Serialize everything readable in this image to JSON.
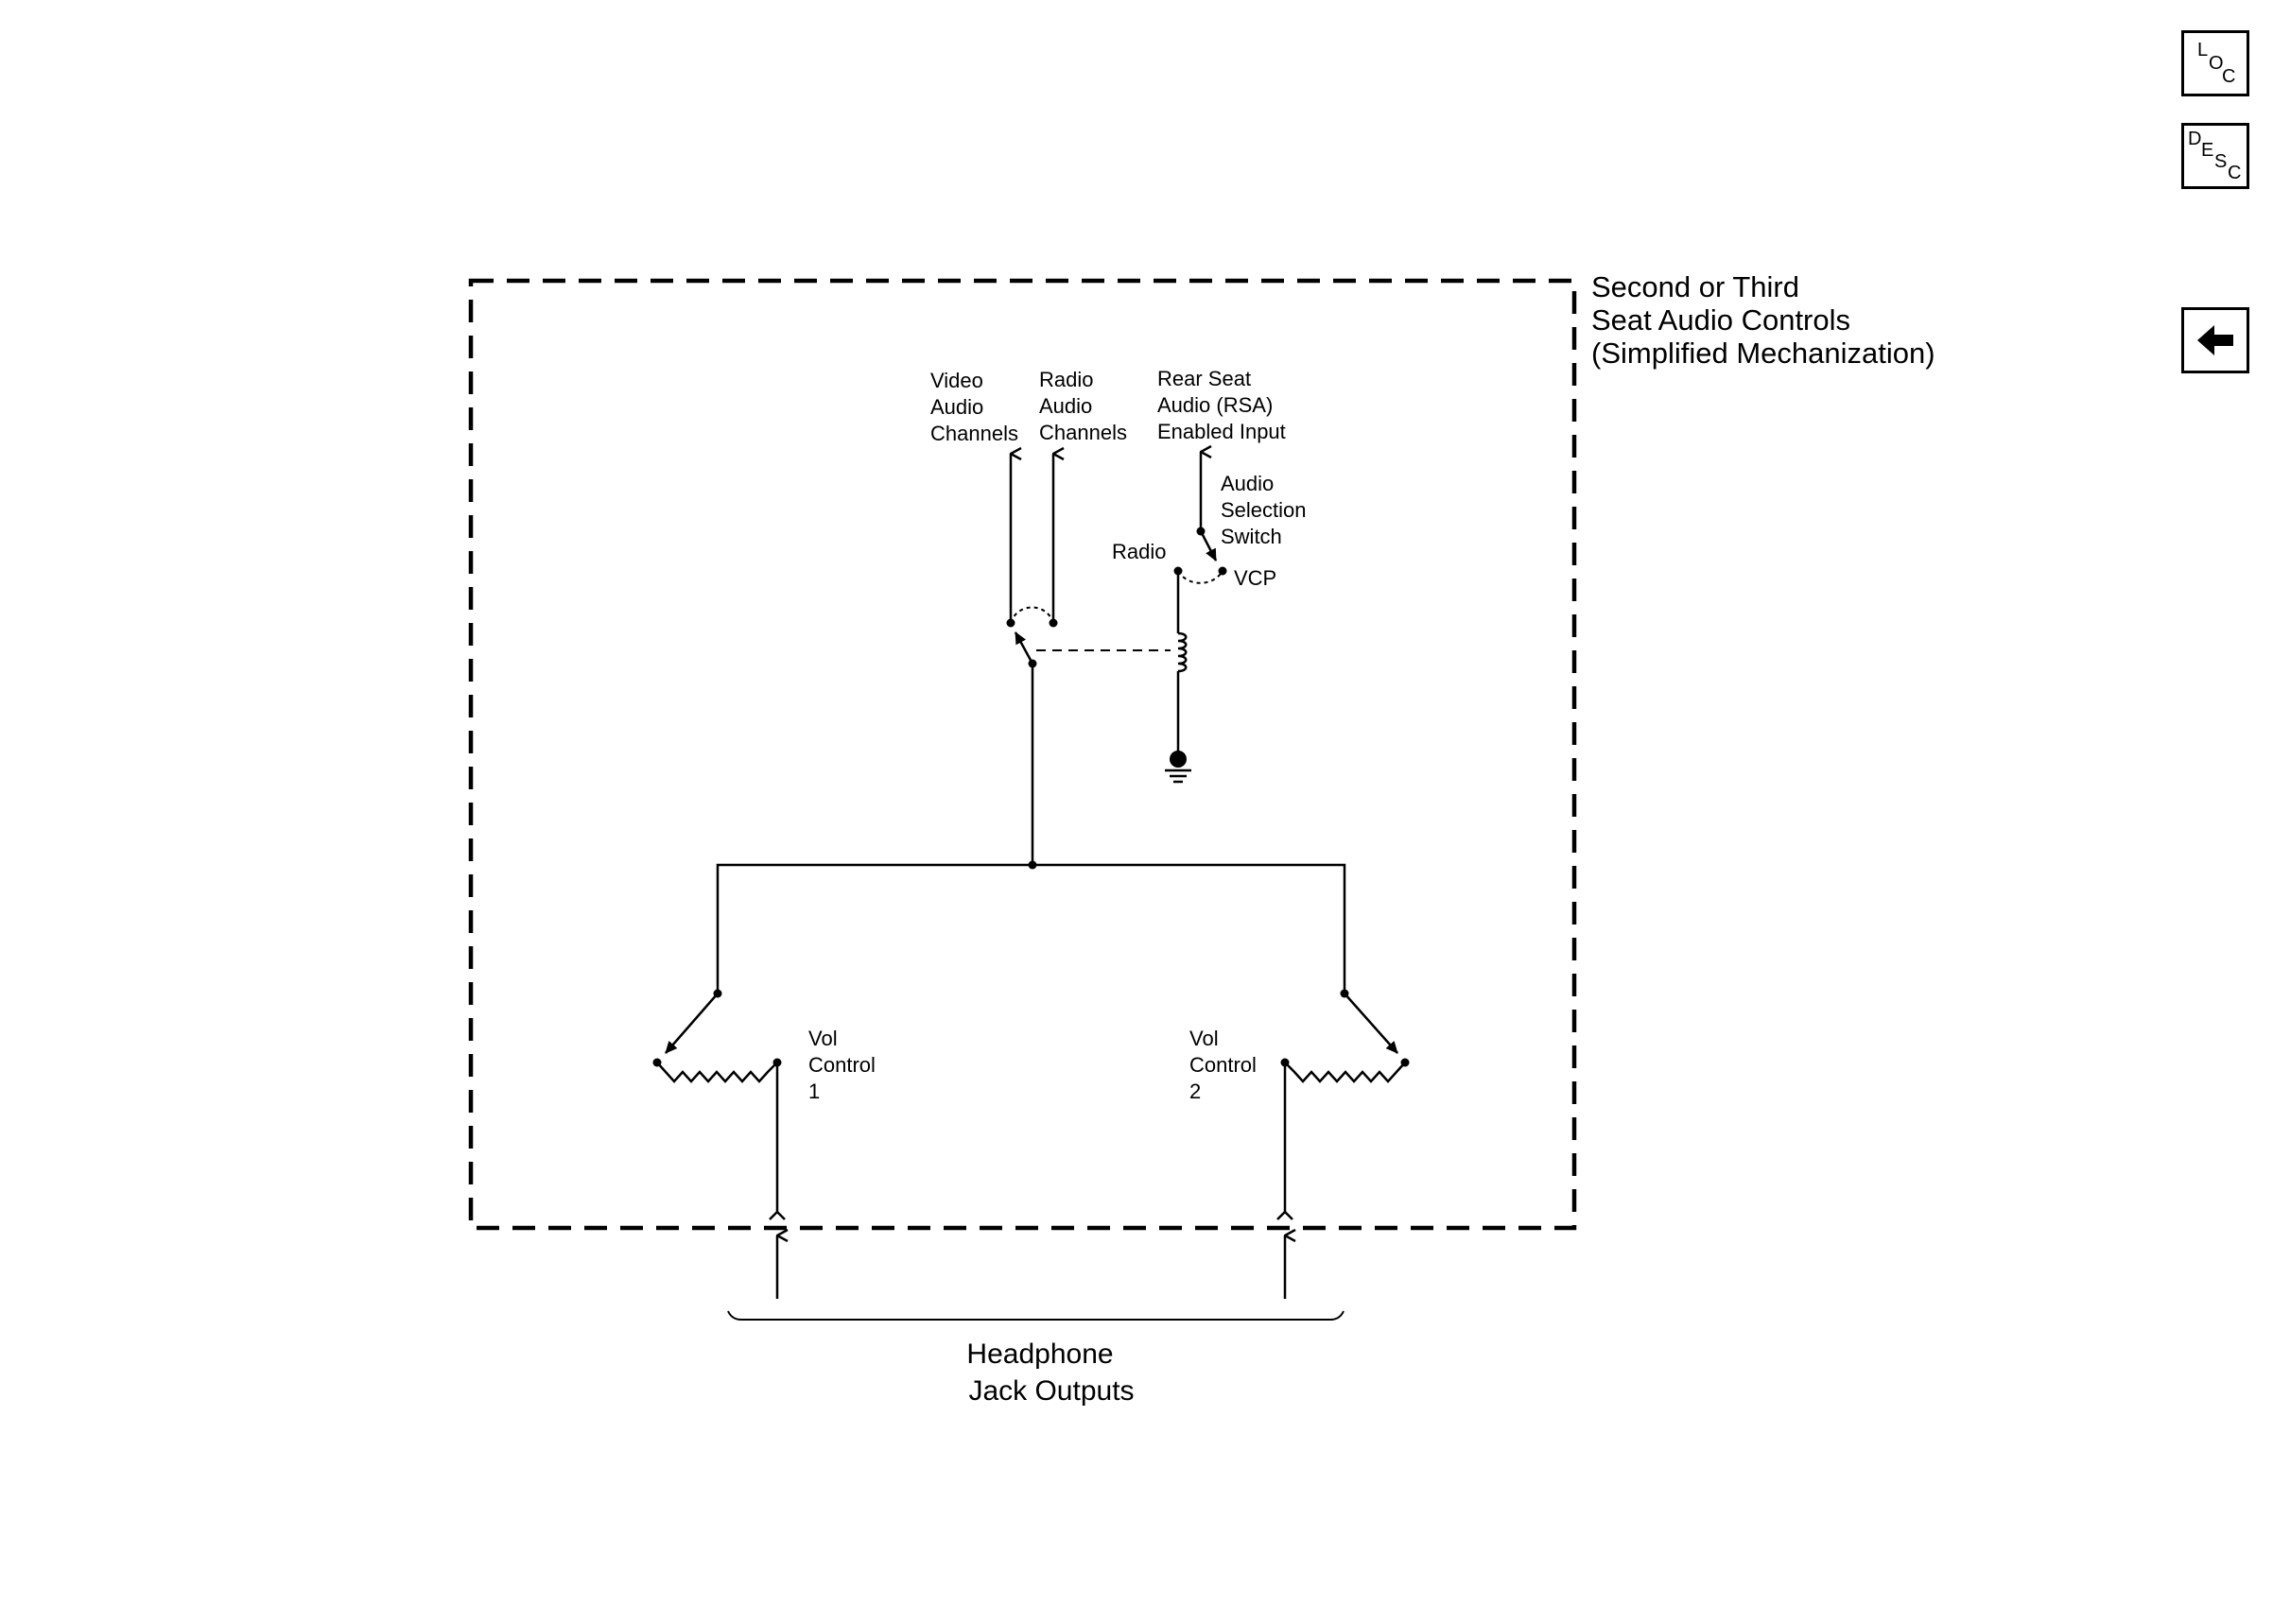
{
  "nav": {
    "loc": [
      "L",
      "O",
      "C"
    ],
    "desc": [
      "D",
      "E",
      "S",
      "C"
    ]
  },
  "diagram": {
    "title": [
      "Second or Third",
      "Seat Audio Controls",
      "(Simplified Mechanization)"
    ],
    "video_audio": [
      "Video",
      "Audio",
      "Channels"
    ],
    "radio_audio": [
      "Radio",
      "Audio",
      "Channels"
    ],
    "rsa_input": [
      "Rear Seat",
      "Audio (RSA)",
      "Enabled Input"
    ],
    "selection_switch": [
      "Audio",
      "Selection",
      "Switch"
    ],
    "radio": "Radio",
    "vcp": "VCP",
    "vol1": [
      "Vol",
      "Control",
      "1"
    ],
    "vol2": [
      "Vol",
      "Control",
      "2"
    ],
    "headphone": [
      "Headphone",
      "Jack Outputs"
    ]
  },
  "colors": {
    "ink": "#000000",
    "background": "#ffffff"
  }
}
